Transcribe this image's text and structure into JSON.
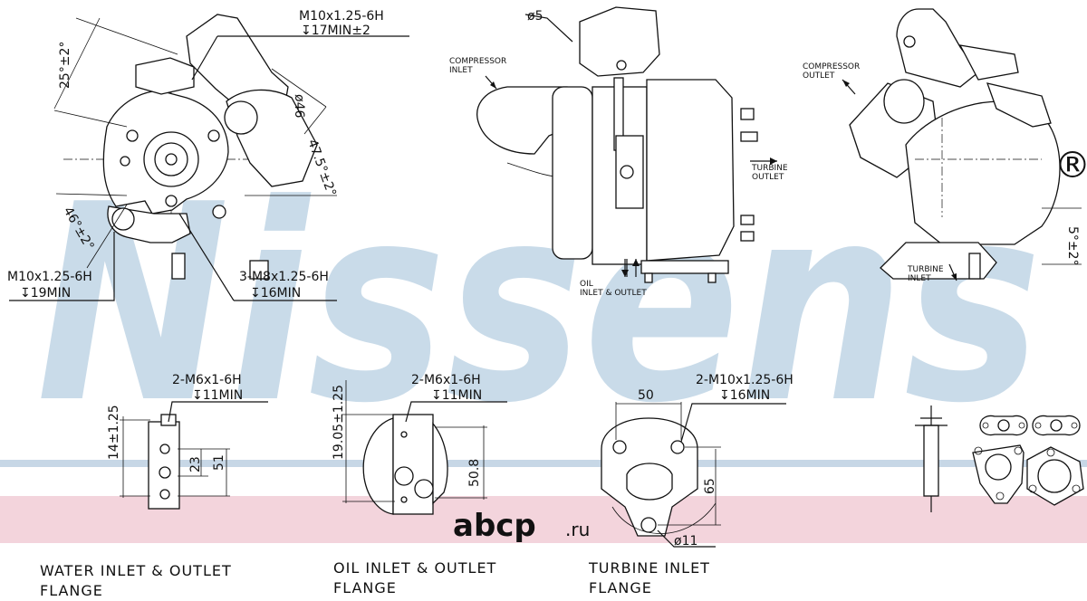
{
  "brand": {
    "watermark": "Nissens",
    "registered_mark": "®",
    "logo_text": "abcp",
    "logo_suffix": ".ru",
    "colors": {
      "watermark": "#c9dbe9",
      "band_blue": "#c7d7e6",
      "band_pink": "#f3d4dc",
      "logo": "#8a8a8a"
    }
  },
  "views": {
    "left": {
      "thread_top": "M10x1.25-6H",
      "depth_top": "↧17MIN±2",
      "angle_top": "25°±2°",
      "diameter": "ø46",
      "angle_right": "47.5°±2°",
      "angle_bottom": "46°±2°",
      "thread_left": "M10x1.25-6H",
      "depth_left": "↧19MIN",
      "thread_right": "3-M8x1.25-6H",
      "depth_right": "↧16MIN"
    },
    "center": {
      "diameter": "ø5",
      "compressor_inlet": [
        "COMPRESSOR",
        "INLET"
      ],
      "turbine_outlet": [
        "TURBINE",
        "OUTLET"
      ],
      "oil": [
        "OIL",
        "INLET & OUTLET"
      ]
    },
    "right": {
      "compressor_outlet": [
        "COMPRESSOR",
        "OUTLET"
      ],
      "turbine_inlet": [
        "TURBINE",
        "INLET"
      ],
      "angle": "5°±2°"
    }
  },
  "flanges": {
    "water": {
      "thread": "2-M6x1-6H",
      "depth": "↧11MIN",
      "dim_vertical": "14±1.25",
      "dim_a": "23",
      "dim_b": "51",
      "caption": [
        "WATER INLET & OUTLET",
        "FLANGE"
      ]
    },
    "oil": {
      "thread": "2-M6x1-6H",
      "depth": "↧11MIN",
      "dim_vertical": "19.05±1.25",
      "dim_a": "50.8",
      "caption": [
        "OIL INLET & OUTLET",
        "FLANGE"
      ]
    },
    "turbine": {
      "thread": "2-M10x1.25-6H",
      "depth": "↧16MIN",
      "dim_width": "50",
      "dim_height": "65",
      "dim_hole": "ø11",
      "caption": [
        "TURBINE INLET",
        "FLANGE"
      ]
    }
  }
}
